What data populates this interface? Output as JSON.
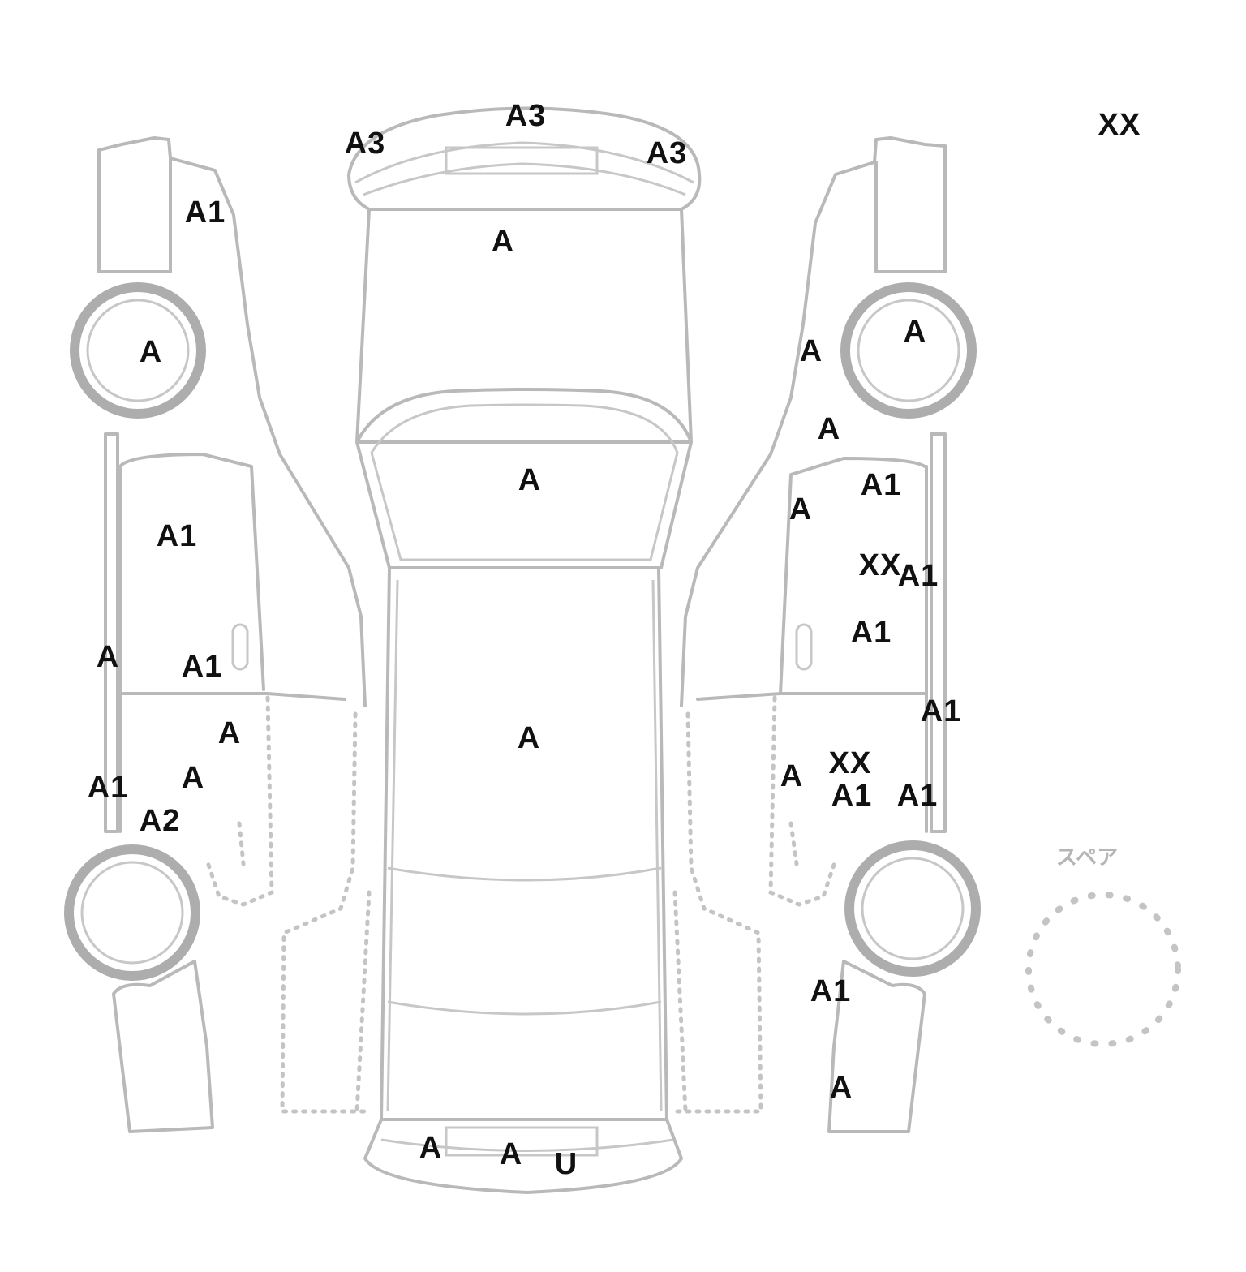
{
  "spare_label": "スペア",
  "marks": {
    "front_bumper_center": "A3",
    "front_bumper_left": "A3",
    "front_bumper_right": "A3",
    "hood": "A",
    "windshield": "A",
    "roof": "A",
    "rear_bumper_1": "A",
    "rear_bumper_2": "A",
    "rear_bumper_3": "U",
    "top_right_extra": "XX",
    "left_front_fender": "A1",
    "left_front_wheel": "A",
    "left_front_door": "A1",
    "left_rocker": "A",
    "left_front_door_lower": "A1",
    "left_rear_door_1": "A",
    "left_rear_door_2": "A",
    "left_rear_door_3": "A1",
    "left_rear_quarter": "A2",
    "right_front_pillar": "A",
    "right_front_wheel": "A",
    "right_front_fender_lower": "A",
    "right_front_door_1": "A1",
    "right_front_door_2": "A",
    "right_front_door_3": "XX",
    "right_front_door_4": "A1",
    "right_front_door_5": "A1",
    "right_rocker": "A1",
    "right_rear_door_1": "A",
    "right_rear_door_2": "XX",
    "right_rear_door_3": "A1",
    "right_rear_door_4": "A1",
    "right_rear_quarter": "A1",
    "right_rear_corner": "A"
  }
}
